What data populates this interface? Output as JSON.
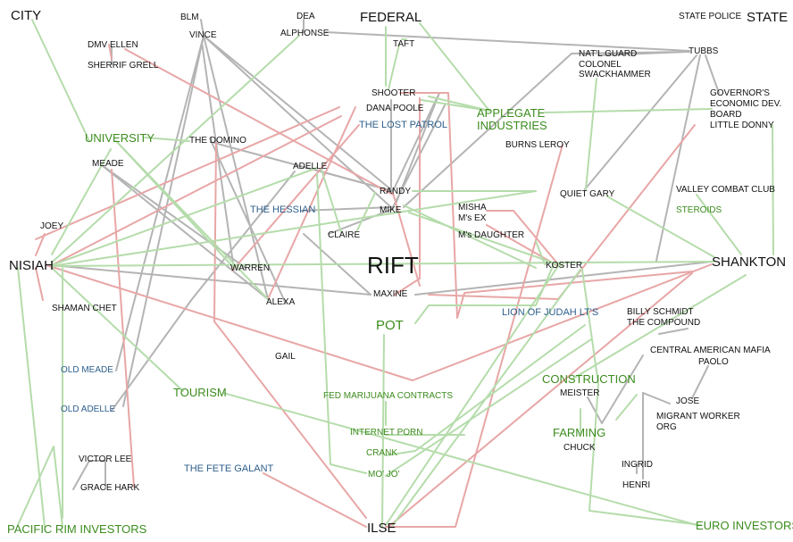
{
  "diagram": {
    "colors": {
      "gray": "#b4b4b4",
      "red": "#e8a6a6",
      "green": "#b5dcab",
      "node_black": "#111111",
      "node_green": "#3c8c1e",
      "node_blue": "#2e5f8c"
    },
    "nodes": [
      {
        "id": "city",
        "label": "CITY",
        "style": "black-big"
      },
      {
        "id": "federal",
        "label": "FEDERAL",
        "style": "black-big"
      },
      {
        "id": "state",
        "label": "STATE",
        "style": "black-big"
      },
      {
        "id": "state_police",
        "label": "STATE POLICE",
        "style": "black"
      },
      {
        "id": "blm",
        "label": "BLM",
        "style": "black"
      },
      {
        "id": "dea",
        "label": "DEA",
        "style": "black"
      },
      {
        "id": "vince",
        "label": "VINCE",
        "style": "black"
      },
      {
        "id": "alphonse",
        "label": "ALPHONSE",
        "style": "black"
      },
      {
        "id": "dmv_ellen",
        "label": "DMV ELLEN",
        "style": "black"
      },
      {
        "id": "sherrif_grell",
        "label": "SHERRIF GRELL",
        "style": "black"
      },
      {
        "id": "taft",
        "label": "TAFT",
        "style": "black"
      },
      {
        "id": "tubbs",
        "label": "TUBBS",
        "style": "black"
      },
      {
        "id": "natl_guard",
        "label": "NAT'L GUARD",
        "style": "black"
      },
      {
        "id": "colonel",
        "label": "COLONEL",
        "style": "black"
      },
      {
        "id": "swackhammer",
        "label": "SWACKHAMMER",
        "style": "black"
      },
      {
        "id": "shooter",
        "label": "SHOOTER",
        "style": "black"
      },
      {
        "id": "dana_poole",
        "label": "DANA POOLE",
        "style": "black"
      },
      {
        "id": "lost_patrol",
        "label": "THE LOST PATROL",
        "style": "blue"
      },
      {
        "id": "applegate1",
        "label": "APPLEGATE",
        "style": "green-mid"
      },
      {
        "id": "applegate2",
        "label": "INDUSTRIES",
        "style": "green-mid"
      },
      {
        "id": "gov1",
        "label": "GOVERNOR'S",
        "style": "black"
      },
      {
        "id": "gov2",
        "label": "ECONOMIC DEV.",
        "style": "black"
      },
      {
        "id": "gov3",
        "label": "BOARD",
        "style": "black"
      },
      {
        "id": "little_donny",
        "label": "LITTLE DONNY",
        "style": "black"
      },
      {
        "id": "university",
        "label": "UNIVERSITY",
        "style": "green-mid"
      },
      {
        "id": "the_domino",
        "label": "THE DOMINO",
        "style": "black"
      },
      {
        "id": "burns_leroy",
        "label": "BURNS LEROY",
        "style": "black"
      },
      {
        "id": "meade",
        "label": "MEADE",
        "style": "black"
      },
      {
        "id": "adelle",
        "label": "ADELLE",
        "style": "black"
      },
      {
        "id": "randy",
        "label": "RANDY",
        "style": "black"
      },
      {
        "id": "quiet_gary",
        "label": "QUIET GARY",
        "style": "black"
      },
      {
        "id": "valley_combat",
        "label": "VALLEY COMBAT CLUB",
        "style": "black"
      },
      {
        "id": "misha",
        "label": "MISHA",
        "style": "black"
      },
      {
        "id": "ms_ex",
        "label": "M's EX",
        "style": "black"
      },
      {
        "id": "the_hessian",
        "label": "THE HESSIAN",
        "style": "blue"
      },
      {
        "id": "mike",
        "label": "MIKE",
        "style": "black"
      },
      {
        "id": "steroids",
        "label": "STEROIDS",
        "style": "green"
      },
      {
        "id": "joey",
        "label": "JOEY",
        "style": "black"
      },
      {
        "id": "claire",
        "label": "CLAIRE",
        "style": "black"
      },
      {
        "id": "ms_daughter",
        "label": "M's DAUGHTER",
        "style": "black"
      },
      {
        "id": "nisiah",
        "label": "NISIAH",
        "style": "black-big"
      },
      {
        "id": "rift",
        "label": "RIFT",
        "style": "black-huge"
      },
      {
        "id": "koster",
        "label": "KOSTER",
        "style": "black"
      },
      {
        "id": "shankton",
        "label": "SHANKTON",
        "style": "black-big"
      },
      {
        "id": "warren",
        "label": "WARREN",
        "style": "black"
      },
      {
        "id": "maxine",
        "label": "MAXINE",
        "style": "black"
      },
      {
        "id": "alexa",
        "label": "ALEXA",
        "style": "black"
      },
      {
        "id": "shaman_chet",
        "label": "SHAMAN CHET",
        "style": "black"
      },
      {
        "id": "lion_judah",
        "label": "LION OF JUDAH LT'S",
        "style": "blue"
      },
      {
        "id": "billy1",
        "label": "BILLY SCHMIDT",
        "style": "black"
      },
      {
        "id": "billy2",
        "label": "THE COMPOUND",
        "style": "black"
      },
      {
        "id": "pot",
        "label": "POT",
        "style": "green-big"
      },
      {
        "id": "central_am",
        "label": "CENTRAL AMERICAN MAFIA",
        "style": "black"
      },
      {
        "id": "paolo",
        "label": "PAOLO",
        "style": "black"
      },
      {
        "id": "gail",
        "label": "GAIL",
        "style": "black"
      },
      {
        "id": "old_meade",
        "label": "OLD MEADE",
        "style": "blue"
      },
      {
        "id": "construction",
        "label": "CONSTRUCTION",
        "style": "green-mid"
      },
      {
        "id": "tourism",
        "label": "TOURISM",
        "style": "green-mid"
      },
      {
        "id": "fed_mj",
        "label": "FED MARIJUANA CONTRACTS",
        "style": "green"
      },
      {
        "id": "meister",
        "label": "MEISTER",
        "style": "black"
      },
      {
        "id": "jose",
        "label": "JOSE",
        "style": "black"
      },
      {
        "id": "old_adelle",
        "label": "OLD ADELLE",
        "style": "blue"
      },
      {
        "id": "migrant1",
        "label": "MIGRANT WORKER",
        "style": "black"
      },
      {
        "id": "migrant2",
        "label": "ORG",
        "style": "black"
      },
      {
        "id": "internet_porn",
        "label": "INTERNET PORN",
        "style": "green"
      },
      {
        "id": "farming",
        "label": "FARMING",
        "style": "green-mid"
      },
      {
        "id": "chuck",
        "label": "CHUCK",
        "style": "black"
      },
      {
        "id": "victor_lee",
        "label": "VICTOR LEE",
        "style": "black"
      },
      {
        "id": "crank",
        "label": "CRANK",
        "style": "green"
      },
      {
        "id": "ingrid",
        "label": "INGRID",
        "style": "black"
      },
      {
        "id": "grace_hark",
        "label": "GRACE HARK",
        "style": "black"
      },
      {
        "id": "fete_galant",
        "label": "THE FETE GALANT",
        "style": "blue"
      },
      {
        "id": "mojo",
        "label": "MO' JO'",
        "style": "green"
      },
      {
        "id": "henri",
        "label": "HENRI",
        "style": "black"
      },
      {
        "id": "pacific_rim",
        "label": "PACIFIC RIM INVESTORS",
        "style": "green-mid"
      },
      {
        "id": "ilse",
        "label": "ILSE",
        "style": "black-big"
      },
      {
        "id": "euro_investors",
        "label": "EURO INVESTORS",
        "style": "green-mid"
      }
    ]
  }
}
